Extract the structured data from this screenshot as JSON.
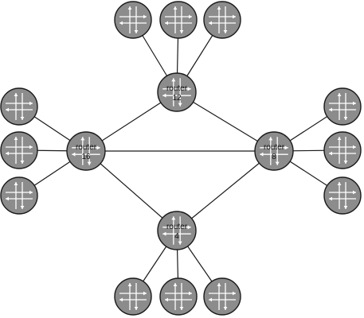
{
  "diagram": {
    "colors": {
      "router_fill": "#8c8c8c",
      "peripheral_fill": "#8c8c8c",
      "stroke": "#1a1a1a",
      "arrow": "#ffffff",
      "background": "#ffffff"
    },
    "routers": [
      {
        "id": "r12",
        "label_line1": "router",
        "label_line2": "12",
        "icon": "router-arrows-icon"
      },
      {
        "id": "r16",
        "label_line1": "router",
        "label_line2": "16",
        "icon": "router-arrows-icon"
      },
      {
        "id": "r8",
        "label_line1": "router",
        "label_line2": "8",
        "icon": "router-arrows-icon"
      },
      {
        "id": "r4",
        "label_line1": "router",
        "label_line2": "4",
        "icon": "router-arrows-icon"
      }
    ],
    "peripherals": [
      {
        "id": "p12a",
        "attached_to": "r12",
        "icon": "router-arrows-icon"
      },
      {
        "id": "p12b",
        "attached_to": "r12",
        "icon": "router-arrows-icon"
      },
      {
        "id": "p12c",
        "attached_to": "r12",
        "icon": "router-arrows-icon"
      },
      {
        "id": "p16a",
        "attached_to": "r16",
        "icon": "router-arrows-icon"
      },
      {
        "id": "p16b",
        "attached_to": "r16",
        "icon": "router-arrows-icon"
      },
      {
        "id": "p16c",
        "attached_to": "r16",
        "icon": "router-arrows-icon"
      },
      {
        "id": "p8a",
        "attached_to": "r8",
        "icon": "router-arrows-icon"
      },
      {
        "id": "p8b",
        "attached_to": "r8",
        "icon": "router-arrows-icon"
      },
      {
        "id": "p8c",
        "attached_to": "r8",
        "icon": "router-arrows-icon"
      },
      {
        "id": "p4a",
        "attached_to": "r4",
        "icon": "router-arrows-icon"
      },
      {
        "id": "p4b",
        "attached_to": "r4",
        "icon": "router-arrows-icon"
      },
      {
        "id": "p4c",
        "attached_to": "r4",
        "icon": "router-arrows-icon"
      }
    ],
    "links": [
      [
        "r12",
        "r16"
      ],
      [
        "r12",
        "r8"
      ],
      [
        "r16",
        "r8"
      ],
      [
        "r16",
        "r4"
      ],
      [
        "r8",
        "r4"
      ],
      [
        "r12",
        "p12a"
      ],
      [
        "r12",
        "p12b"
      ],
      [
        "r12",
        "p12c"
      ],
      [
        "r16",
        "p16a"
      ],
      [
        "r16",
        "p16b"
      ],
      [
        "r16",
        "p16c"
      ],
      [
        "r8",
        "p8a"
      ],
      [
        "r8",
        "p8b"
      ],
      [
        "r8",
        "p8c"
      ],
      [
        "r4",
        "p4a"
      ],
      [
        "r4",
        "p4b"
      ],
      [
        "r4",
        "p4c"
      ]
    ]
  }
}
